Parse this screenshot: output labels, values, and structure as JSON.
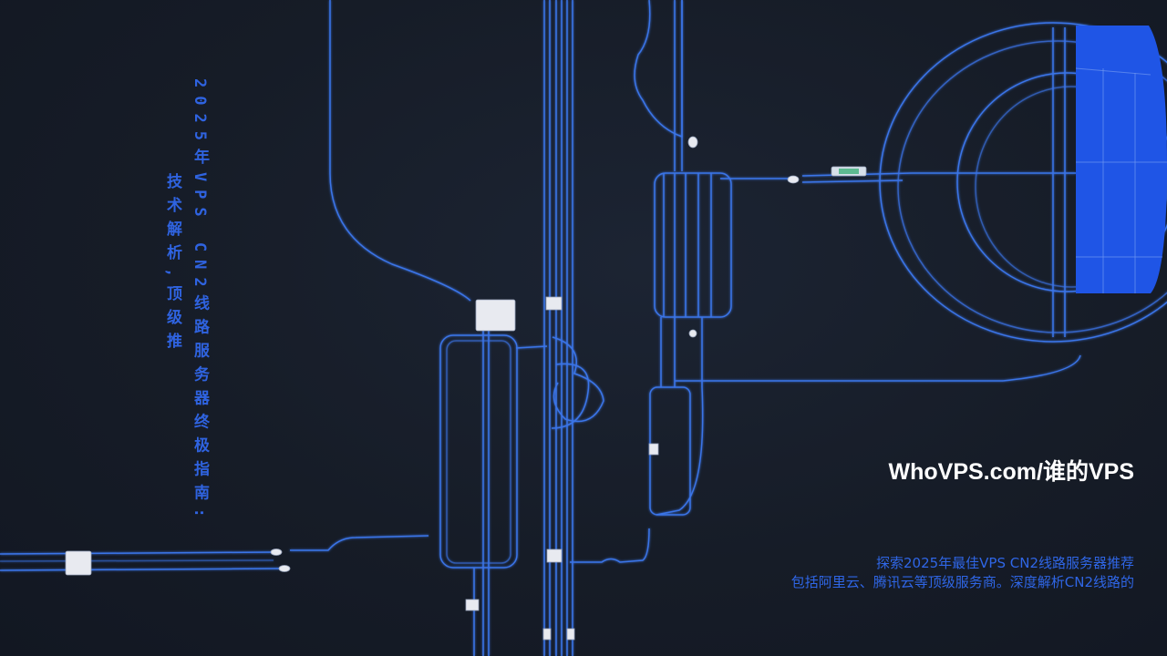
{
  "vertical_title": {
    "line1": "2025年VPS CN2线路服务器终极指南:",
    "line2": "技术解析,顶级推"
  },
  "brand": "WhoVPS.com/谁的VPS",
  "description": {
    "line1": "探索2025年最佳VPS CN2线路服务器推荐",
    "line2": "包括阿里云、腾讯云等顶级服务商。深度解析CN2线路的"
  },
  "colors": {
    "background": "#161c27",
    "wire": "#3a74e8",
    "accent_blue": "#2f63e0",
    "panel_blue": "#1f55e6",
    "brand_text": "#ffffff"
  }
}
